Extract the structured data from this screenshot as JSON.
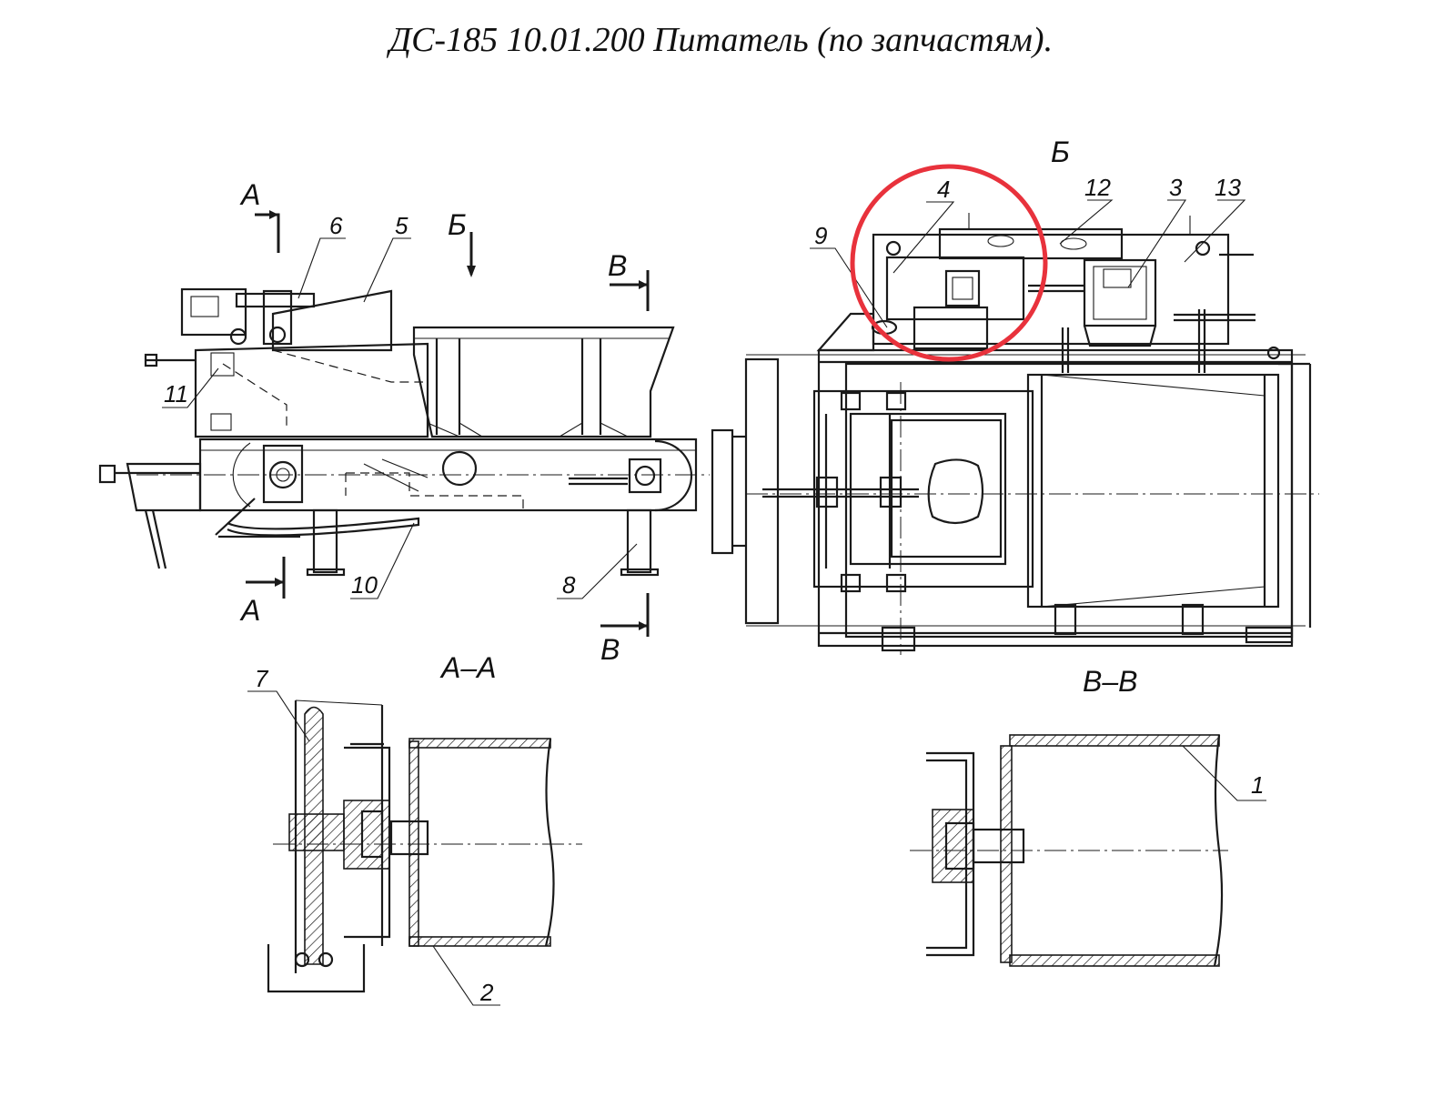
{
  "title": "ДС-185 10.01.200 Питатель (по запчастям).",
  "callouts": {
    "c1": "1",
    "c2": "2",
    "c3": "3",
    "c4": "4",
    "c5": "5",
    "c6": "6",
    "c7": "7",
    "c8": "8",
    "c9": "9",
    "c10": "10",
    "c11": "11",
    "c12": "12",
    "c13": "13"
  },
  "section_marks": {
    "a_top": "А",
    "a_bottom": "А",
    "b_left": "Б",
    "b_right": "Б",
    "v_top": "В",
    "v_bottom": "В"
  },
  "section_titles": {
    "aa": "А–А",
    "vv": "В–В"
  },
  "highlight": {
    "color": "#e8323c",
    "target": "4"
  }
}
